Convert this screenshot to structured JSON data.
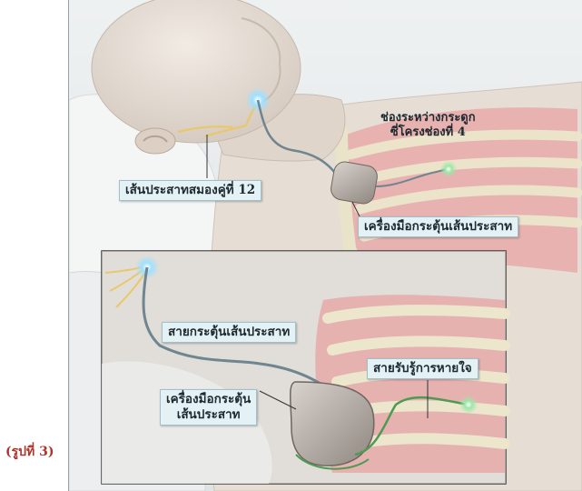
{
  "figure": {
    "caption": "(รูปที่ 3)",
    "labels": {
      "hypoglossal_nerve": "เส้นประสาทสมองคู่ที่ 12",
      "intercostal_space_line1": "ช่องระหว่างกระดูก",
      "intercostal_space_line2": "ซี่โครงช่องที่ 4",
      "stimulator_device": "เครื่องมือกระตุ้นเส้นประสาท",
      "stimulation_lead": "สายกระตุ้นเส้นประสาท",
      "breathing_sensor_lead": "สายรับรู้การหายใจ",
      "inset_device_line1": "เครื่องมือกระตุ้น",
      "inset_device_line2": "เส้นประสาท"
    },
    "colors": {
      "caption": "#b0342b",
      "label_bg": "#e4f2f6",
      "skin": "#e7dfd6",
      "lung": "#e7a3a3",
      "rib": "#e9e3c9",
      "nerve": "#e8c86a",
      "lead": "#6f8590",
      "sensor_lead": "#4f9a53",
      "device": "#b3aaa2"
    }
  }
}
